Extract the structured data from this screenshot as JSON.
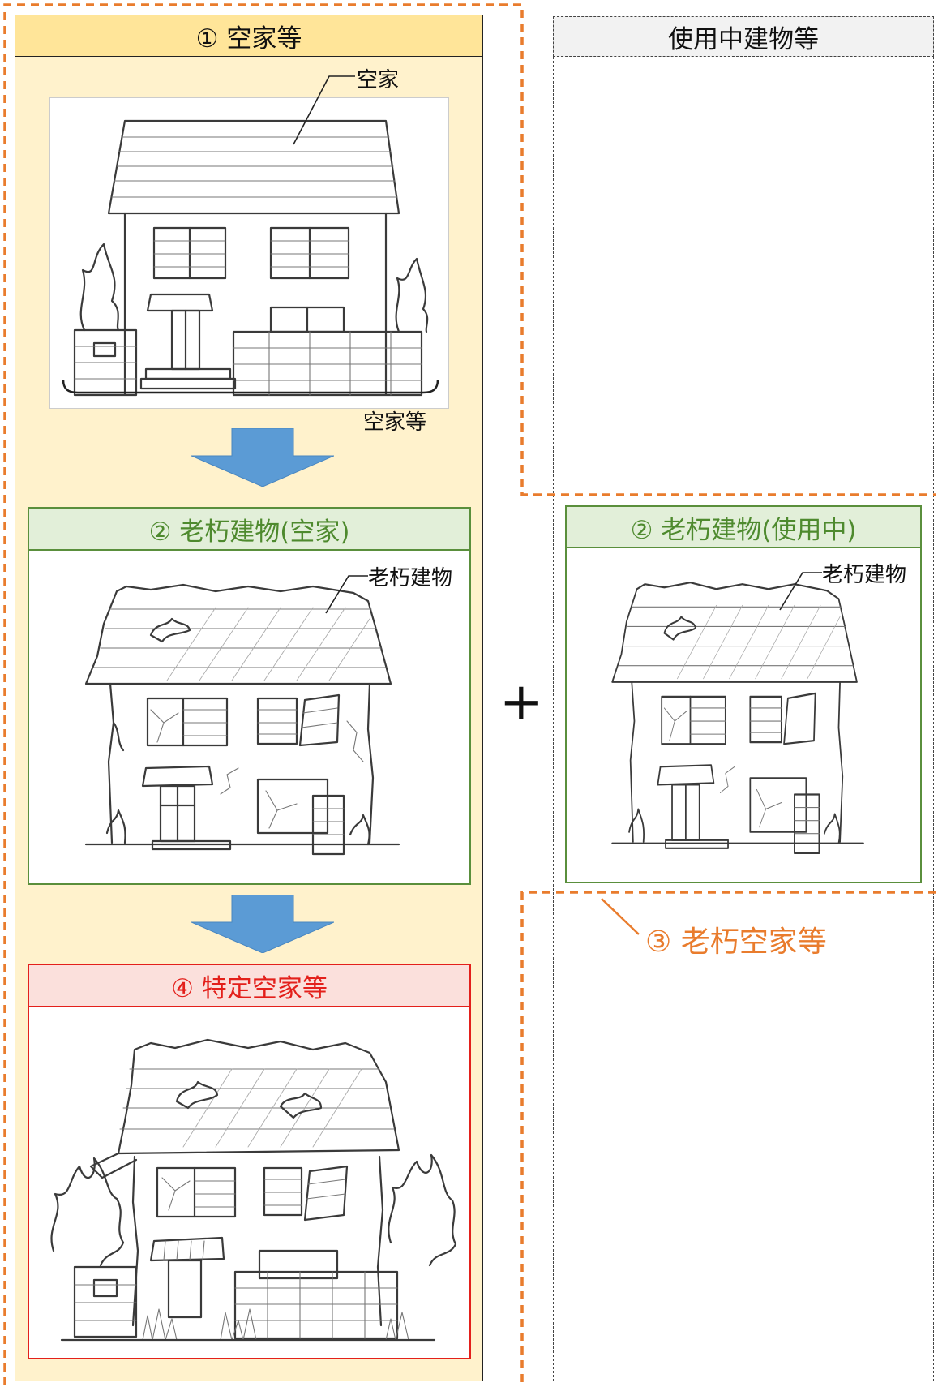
{
  "vacant_column": {
    "header": "① 空家等",
    "pointer_label": "空家",
    "bracket_label": "空家等"
  },
  "in_use_column": {
    "header": "使用中建物等"
  },
  "deteriorated_vacant": {
    "header": "② 老朽建物(空家)",
    "pointer_label": "老朽建物"
  },
  "deteriorated_in_use": {
    "header": "② 老朽建物(使用中)",
    "pointer_label": "老朽建物"
  },
  "specific_vacant": {
    "header": "④ 特定空家等"
  },
  "union_label": "③ 老朽空家等",
  "plus_sign": "+",
  "colors": {
    "vacant_fill": "#fff2cc",
    "vacant_header": "#ffe599",
    "green": "#5a8f3c",
    "green_header": "#e2efd9",
    "red": "#e3201b",
    "red_header": "#fbe0dc",
    "orange": "#e97c2d",
    "arrow": "#5b9bd5"
  }
}
